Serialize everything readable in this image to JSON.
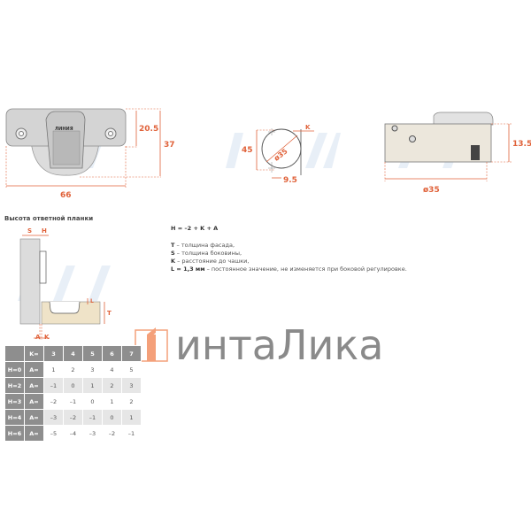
{
  "drawings": {
    "front": {
      "dim_height_plate": "20.5",
      "dim_height_total": "37",
      "dim_width": "66",
      "brand_mark": "ЛИНИЯ"
    },
    "drilling": {
      "dim_45": "45",
      "dim_diameter": "ø35",
      "dim_k": "K",
      "dim_offset": "9.5"
    },
    "side": {
      "dim_height": "13.5",
      "dim_diameter": "ø35"
    },
    "section": {
      "title": "Высота ответной планки",
      "label_s": "S",
      "label_h": "H",
      "label_a": "A",
      "label_k": "K",
      "label_l": "L",
      "label_t": "T"
    }
  },
  "formula": {
    "equation": "H = –2 + K + A",
    "legend": [
      {
        "key": "T",
        "text": " – толщина фасада,"
      },
      {
        "key": "S",
        "text": " – толщина боковины,"
      },
      {
        "key": "K",
        "text": " – расстояние до чашки,"
      },
      {
        "key": "L = 1,3 мм",
        "text": " – постоянное значение, не изменяется при боковой регулировке."
      }
    ]
  },
  "table": {
    "header": {
      "corner": "",
      "k_label": "K=",
      "k_values": [
        "3",
        "4",
        "5",
        "6",
        "7"
      ]
    },
    "rows": [
      {
        "h": "H=0",
        "a": "A=",
        "values": [
          "1",
          "2",
          "3",
          "4",
          "5"
        ]
      },
      {
        "h": "H=2",
        "a": "A=",
        "values": [
          "–1",
          "0",
          "1",
          "2",
          "3"
        ]
      },
      {
        "h": "H=3",
        "a": "A=",
        "values": [
          "–2",
          "–1",
          "0",
          "1",
          "2"
        ]
      },
      {
        "h": "H=4",
        "a": "A=",
        "values": [
          "–3",
          "–2",
          "–1",
          "0",
          "1"
        ]
      },
      {
        "h": "H=6",
        "a": "A=",
        "values": [
          "–5",
          "–4",
          "–3",
          "–2",
          "–1"
        ]
      }
    ]
  },
  "logo": {
    "text": "интаЛика"
  },
  "colors": {
    "dimension": "#e0623a",
    "logo_orange": "#f4a07a",
    "logo_text": "#8a8a8a",
    "table_header": "#8e8e8e"
  }
}
